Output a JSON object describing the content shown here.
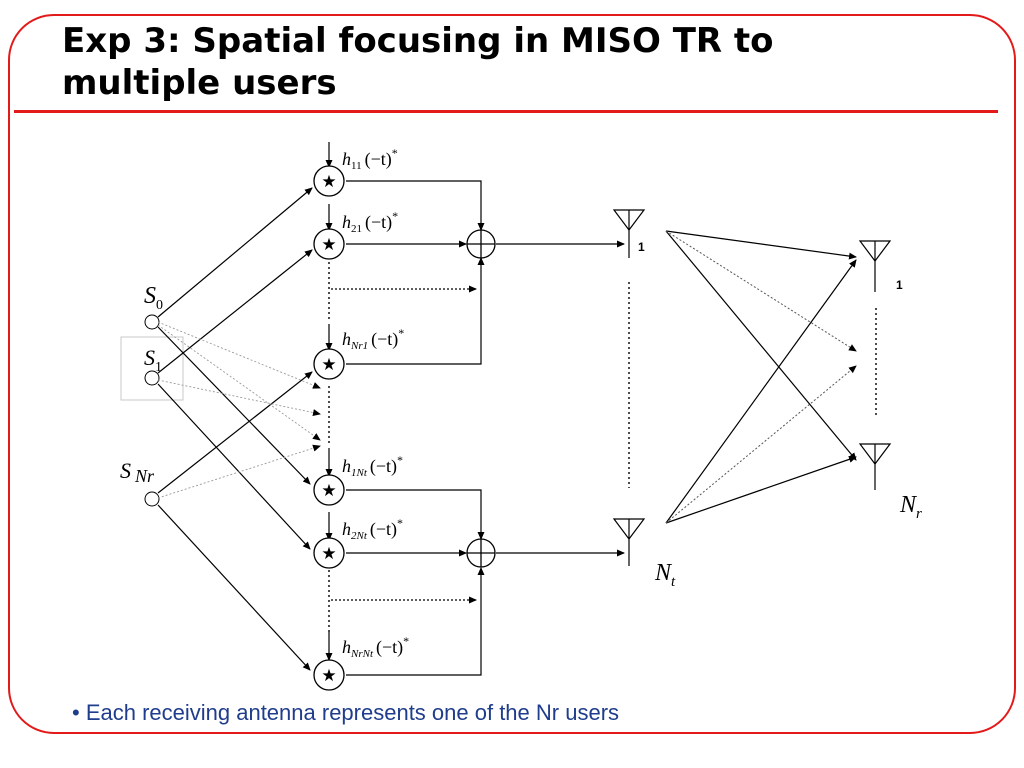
{
  "slide": {
    "title_line1": "Exp 3: Spatial focusing in MISO TR to",
    "title_line2": "multiple users",
    "bullet": "• Each receiving antenna represents one of the Nr users",
    "frame_color": "#e21a1a",
    "bullet_color": "#1f3d8c"
  },
  "diagram": {
    "sources": [
      {
        "base": "S",
        "sub": "0"
      },
      {
        "base": "S",
        "sub": "1"
      },
      {
        "base": "S",
        "sub": "Nr"
      }
    ],
    "filters": [
      {
        "h": "h",
        "sub": "11",
        "arg": "(−t)",
        "sup": "*"
      },
      {
        "h": "h",
        "sub": "21",
        "arg": "(−t)",
        "sup": "*"
      },
      {
        "h": "h",
        "sub": "Nr1",
        "arg": "(−t)",
        "sup": "*"
      },
      {
        "h": "h",
        "sub": "1Nt",
        "arg": "(−t)",
        "sup": "*"
      },
      {
        "h": "h",
        "sub": "2Nt",
        "arg": "(−t)",
        "sup": "*"
      },
      {
        "h": "h",
        "sub": "NrNt",
        "arg": "(−t)",
        "sup": "*"
      }
    ],
    "multiplier_symbol": "★",
    "tx_antennas": {
      "first": "1",
      "last": "N",
      "last_sub": "t"
    },
    "rx_antennas": {
      "first": "1",
      "last": "N",
      "last_sub": "r"
    },
    "icons": [
      "convolution-star-icon",
      "summing-junction-icon",
      "antenna-icon",
      "arrow-icon"
    ]
  }
}
